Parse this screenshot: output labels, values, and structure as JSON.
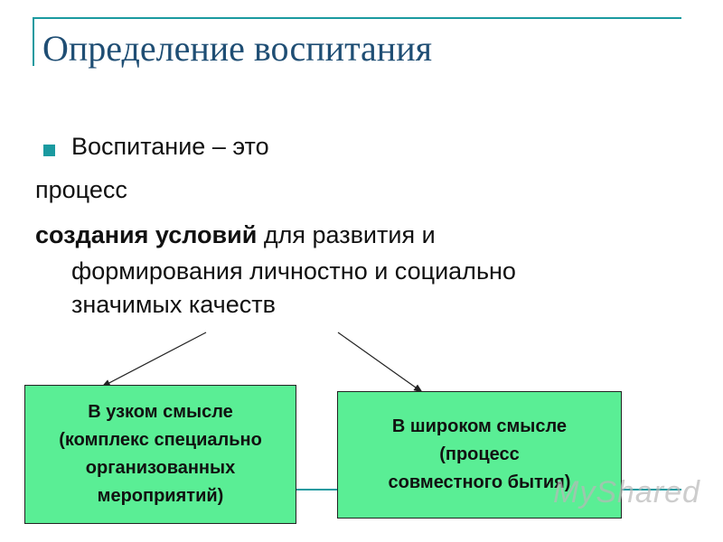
{
  "slide": {
    "title": "Определение воспитания",
    "lines": {
      "line1": "Воспитание – это",
      "line2": "процесс",
      "line3_bold": "создания условий",
      "line3_rest": " для развития и",
      "line4": "формирования личностно и социально",
      "line5": "значимых качеств"
    },
    "boxes": {
      "narrow": "В узком смысле\n(комплекс специально\nорганизованных\nмероприятий)",
      "wide": "В широком смысле\n(процесс\nсовместного бытия)"
    },
    "watermark": "MyShared"
  },
  "colors": {
    "accent": "#1a9aa0",
    "title": "#1f4e74",
    "box_fill": "#5aee95"
  }
}
